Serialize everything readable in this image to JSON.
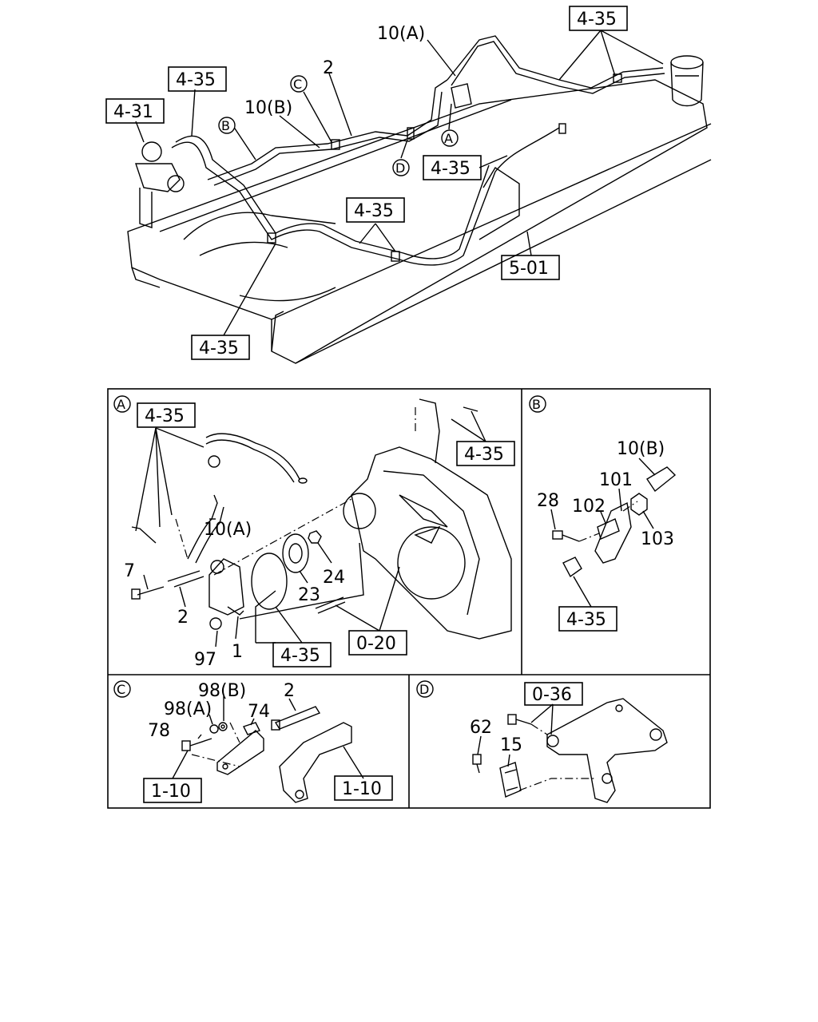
{
  "top": {
    "refs": {
      "ref_435_topright": "4-35",
      "ref_435_left": "4-35",
      "ref_431": "4-31",
      "ref_435_mid_right": "4-35",
      "ref_435_center": "4-35",
      "ref_501": "5-01",
      "ref_435_bottom": "4-35"
    },
    "labels": {
      "lbl_10A": "10(A)",
      "lbl_2": "2",
      "lbl_10B": "10(B)"
    },
    "callouts": {
      "A": "A",
      "B": "B",
      "C": "C",
      "D": "D"
    }
  },
  "panelA": {
    "tag": "A",
    "refs": {
      "r435_tl": "4-35",
      "r435_tr": "4-35",
      "r435_b": "4-35",
      "r020": "0-20"
    },
    "labels": {
      "p10A": "10(A)",
      "p7": "7",
      "p2": "2",
      "p97": "97",
      "p1": "1",
      "p23": "23",
      "p24": "24"
    }
  },
  "panelB": {
    "tag": "B",
    "refs": {
      "r435": "4-35"
    },
    "labels": {
      "b10B": "10(B)",
      "b101": "101",
      "b28": "28",
      "b102": "102",
      "b103": "103"
    }
  },
  "panelC": {
    "tag": "C",
    "refs": {
      "r110_l": "1-10",
      "r110_r": "1-10"
    },
    "labels": {
      "c98B": "98(B)",
      "c2": "2",
      "c98A": "98(A)",
      "c74": "74",
      "c78": "78"
    }
  },
  "panelD": {
    "tag": "D",
    "refs": {
      "r036": "0-36"
    },
    "labels": {
      "d62": "62",
      "d15": "15"
    }
  }
}
